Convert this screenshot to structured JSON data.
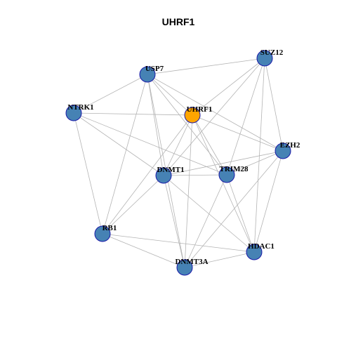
{
  "title": "UHRF1",
  "colors": {
    "node_default": "#4682b4",
    "node_focus": "#ffa500",
    "node_border": "#1a1aa8",
    "edge": "#b4b4b4"
  },
  "nodes": [
    {
      "id": "UHRF1",
      "label": "UHRF1",
      "focus": true
    },
    {
      "id": "SUZ12",
      "label": "SUZ12",
      "focus": false
    },
    {
      "id": "USP7",
      "label": "USP7",
      "focus": false
    },
    {
      "id": "NTRK1",
      "label": "NTRK1",
      "focus": false
    },
    {
      "id": "EZH2",
      "label": "EZH2",
      "focus": false
    },
    {
      "id": "DNMT1",
      "label": "DNMT1",
      "focus": false
    },
    {
      "id": "TRIM28",
      "label": "TRIM28",
      "focus": false
    },
    {
      "id": "RB1",
      "label": "RB1",
      "focus": false
    },
    {
      "id": "HDAC1",
      "label": "HDAC1",
      "focus": false
    },
    {
      "id": "DNMT3A",
      "label": "DNMT3A",
      "focus": false
    }
  ],
  "edges": [
    [
      "USP7",
      "SUZ12"
    ],
    [
      "USP7",
      "NTRK1"
    ],
    [
      "USP7",
      "UHRF1"
    ],
    [
      "USP7",
      "DNMT1"
    ],
    [
      "USP7",
      "DNMT3A"
    ],
    [
      "USP7",
      "RB1"
    ],
    [
      "USP7",
      "EZH2"
    ],
    [
      "USP7",
      "TRIM28"
    ],
    [
      "SUZ12",
      "UHRF1"
    ],
    [
      "SUZ12",
      "EZH2"
    ],
    [
      "SUZ12",
      "DNMT1"
    ],
    [
      "SUZ12",
      "HDAC1"
    ],
    [
      "SUZ12",
      "TRIM28"
    ],
    [
      "NTRK1",
      "UHRF1"
    ],
    [
      "NTRK1",
      "DNMT1"
    ],
    [
      "NTRK1",
      "RB1"
    ],
    [
      "NTRK1",
      "TRIM28"
    ],
    [
      "UHRF1",
      "EZH2"
    ],
    [
      "UHRF1",
      "DNMT1"
    ],
    [
      "UHRF1",
      "TRIM28"
    ],
    [
      "UHRF1",
      "RB1"
    ],
    [
      "UHRF1",
      "DNMT3A"
    ],
    [
      "UHRF1",
      "HDAC1"
    ],
    [
      "EZH2",
      "DNMT1"
    ],
    [
      "EZH2",
      "TRIM28"
    ],
    [
      "EZH2",
      "HDAC1"
    ],
    [
      "EZH2",
      "DNMT3A"
    ],
    [
      "DNMT1",
      "TRIM28"
    ],
    [
      "DNMT1",
      "RB1"
    ],
    [
      "DNMT1",
      "DNMT3A"
    ],
    [
      "DNMT1",
      "HDAC1"
    ],
    [
      "TRIM28",
      "HDAC1"
    ],
    [
      "TRIM28",
      "DNMT3A"
    ],
    [
      "RB1",
      "HDAC1"
    ],
    [
      "RB1",
      "DNMT3A"
    ],
    [
      "HDAC1",
      "DNMT3A"
    ]
  ]
}
